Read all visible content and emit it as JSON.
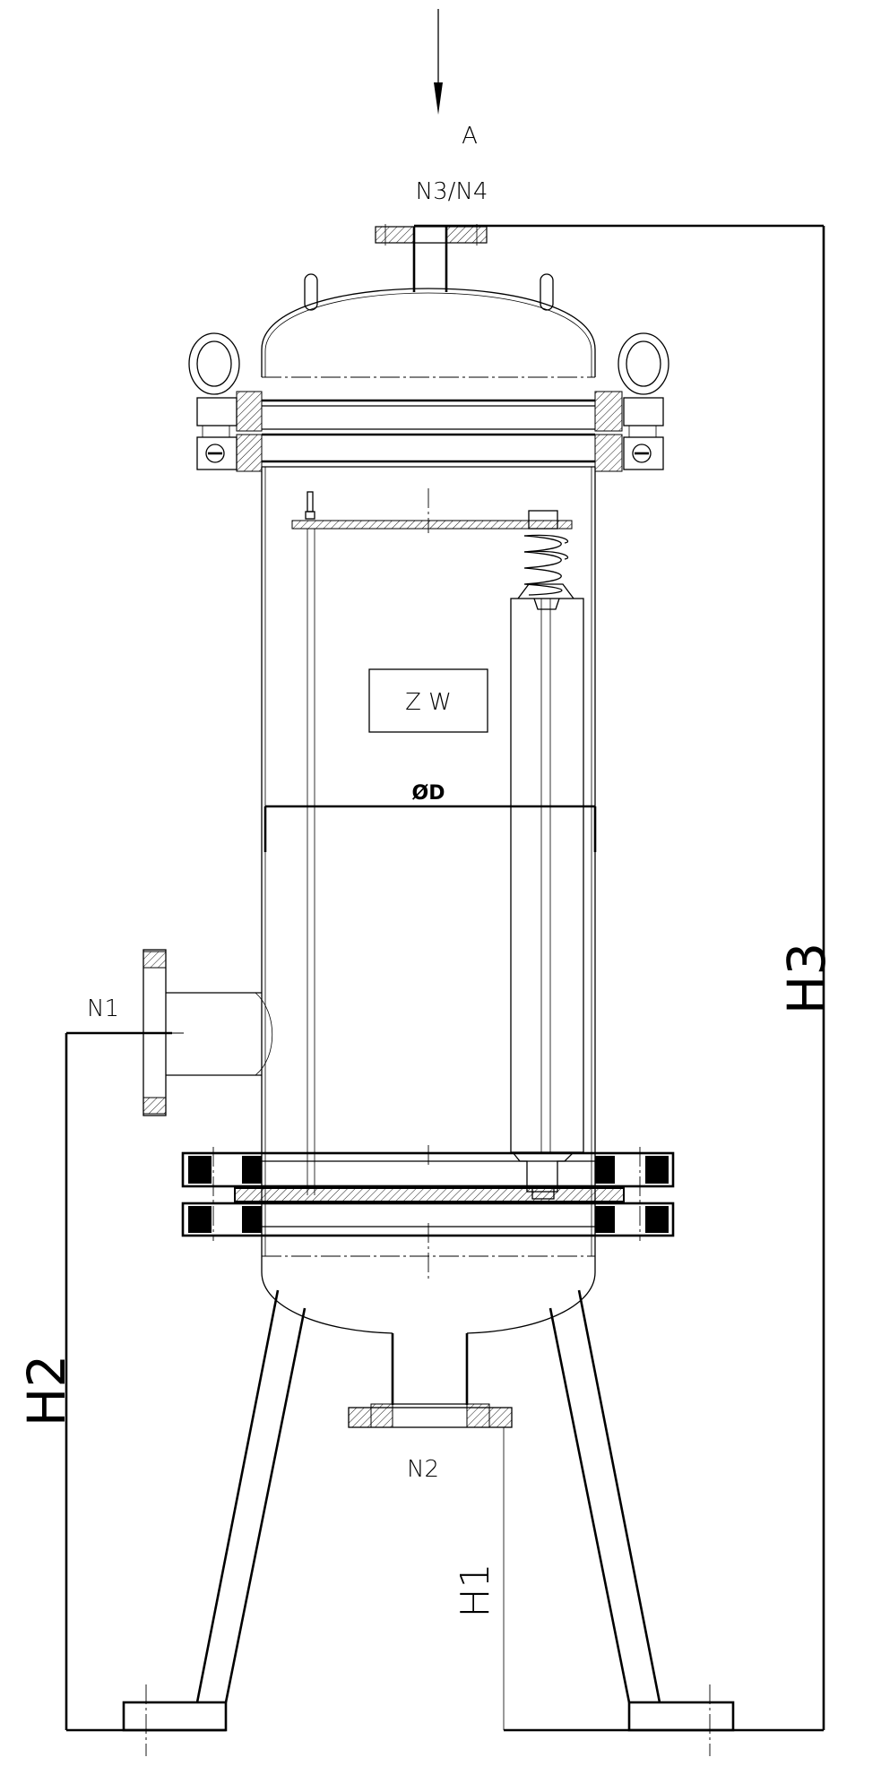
{
  "drawing": {
    "view_label": "A",
    "nozzles": {
      "top": "N3/N4",
      "side": "N1",
      "bottom": "N2"
    },
    "dimensions": {
      "diameter": "ØD",
      "h1": "H1",
      "h2": "H2",
      "h3": "H3"
    },
    "marking": "Z W"
  }
}
